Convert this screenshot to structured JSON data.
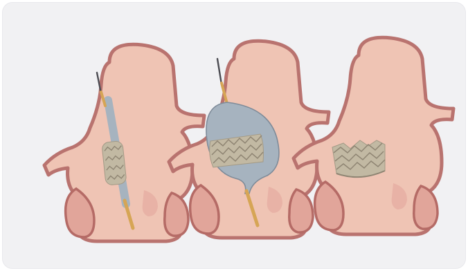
{
  "colors": {
    "background": "#f1f1f3",
    "vessel_fill": "#efc4b4",
    "vessel_outline": "#b9736f",
    "leaflet_fill": "#e1a59a",
    "leaflet_outline": "#b56b66",
    "stent_fill": "#c2b9a3",
    "stent_zigzag": "#8f8573",
    "balloon_fill": "#a6b3bf",
    "balloon_outline": "#7e8b99",
    "catheter_wire": "#d6a555",
    "guidewire_tip": "#4c4c52"
  },
  "panels": [
    {
      "stage": "crimped-valve-on-balloon-catheter"
    },
    {
      "stage": "balloon-inflated-valve-expanded"
    },
    {
      "stage": "valve-deployed"
    }
  ]
}
